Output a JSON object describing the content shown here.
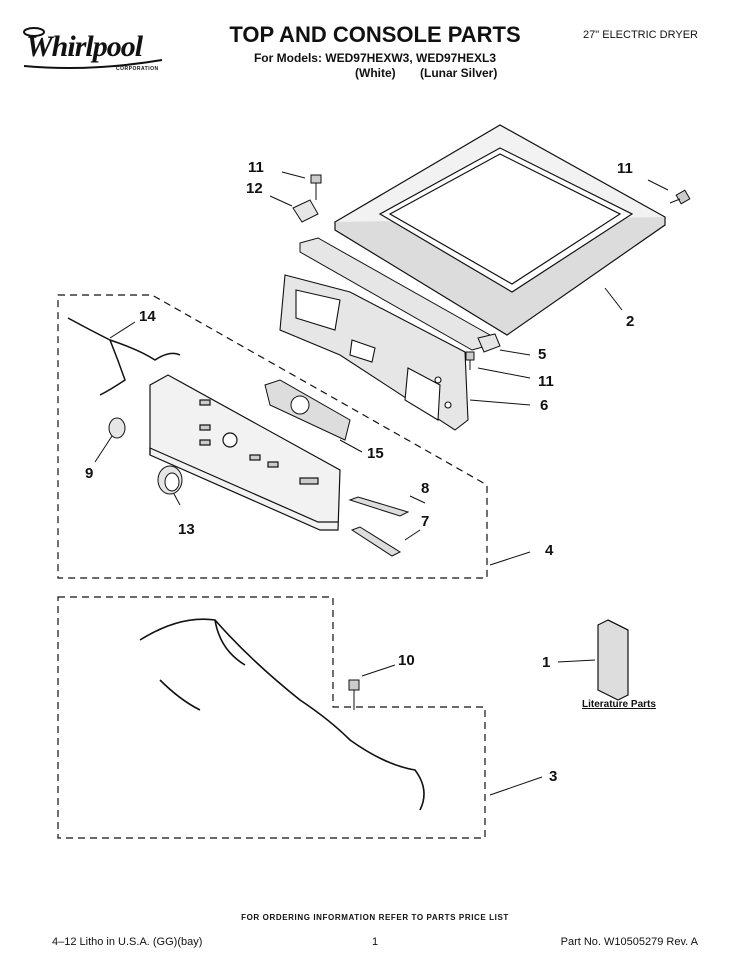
{
  "header": {
    "brand": "Whirlpool",
    "brand_sub": "CORPORATION",
    "title": "TOP AND CONSOLE PARTS",
    "models_line": "For Models: WED97HEXW3, WED97HEXL3",
    "color_white": "(White)",
    "color_silver": "(Lunar Silver)",
    "product": "27\" ELECTRIC DRYER"
  },
  "callouts": {
    "c11a": "11",
    "c12": "12",
    "c11b": "11",
    "c2": "2",
    "c14": "14",
    "c5": "5",
    "c11c": "11",
    "c6": "6",
    "c9": "9",
    "c15": "15",
    "c8": "8",
    "c13": "13",
    "c7": "7",
    "c4": "4",
    "c10": "10",
    "c1": "1",
    "c3": "3"
  },
  "literature_label": "Literature Parts",
  "footer": {
    "ordering_note": "FOR ORDERING INFORMATION REFER TO PARTS PRICE LIST",
    "litho": "4–12 Litho in U.S.A. (GG)(bay)",
    "page": "1",
    "part_no": "Part No. W10505279 Rev. A"
  },
  "colors": {
    "ink": "#111111",
    "panel_fill": "#e6e6e6",
    "top_fill": "#f2f2f2"
  }
}
